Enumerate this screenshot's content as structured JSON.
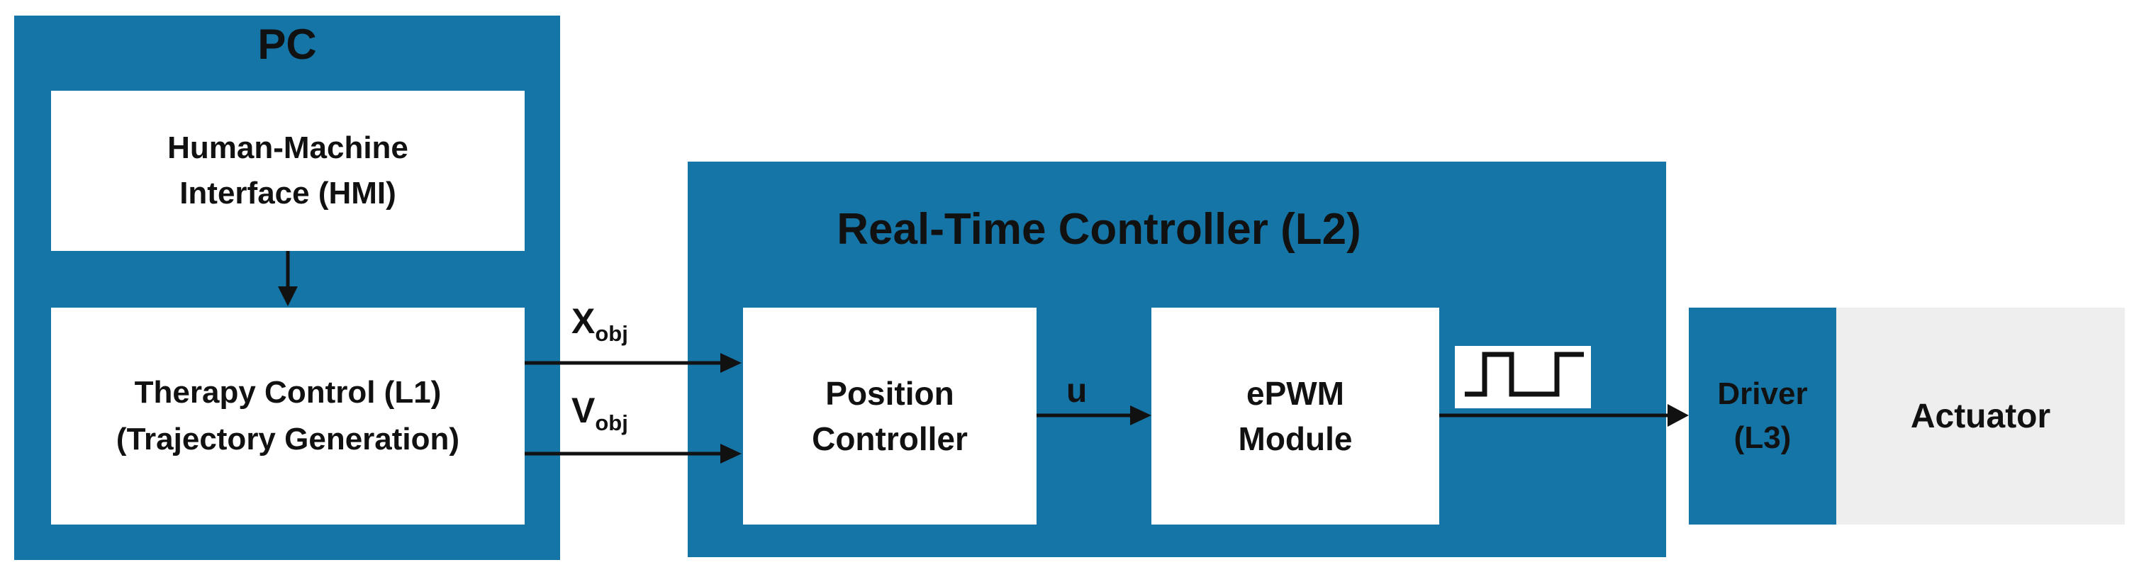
{
  "pc": {
    "title": "PC",
    "hmi": {
      "line1": "Human-Machine",
      "line2": "Interface (HMI)"
    },
    "therapy": {
      "line1": "Therapy Control (L1)",
      "line2": "(Trajectory Generation)"
    }
  },
  "rtc": {
    "title": "Real-Time Controller (L2)",
    "position": {
      "line1": "Position",
      "line2": "Controller"
    },
    "epwm": {
      "line1": "ePWM",
      "line2": "Module"
    }
  },
  "signals": {
    "x_main": "X",
    "x_sub": "obj",
    "v_main": "V",
    "v_sub": "obj",
    "u": "u"
  },
  "driver": {
    "line1": "Driver",
    "line2": "(L3)"
  },
  "actuator": {
    "label": "Actuator"
  },
  "colors": {
    "panel": "#1575a6",
    "box": "#ffffff",
    "actuator_bg": "#eeeeee",
    "line": "#111111"
  }
}
